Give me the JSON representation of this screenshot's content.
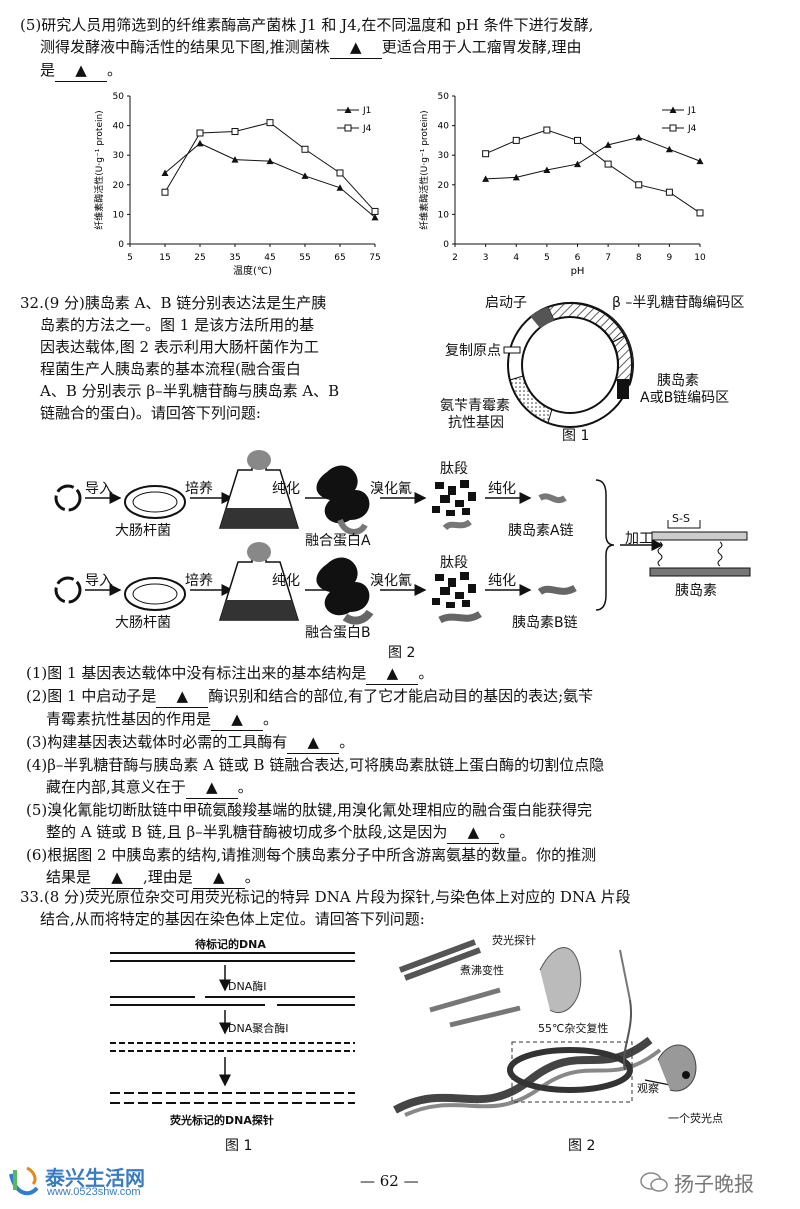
{
  "q31_5": {
    "line1": "(5)研究人员用筛选到的纤维素酶高产菌株 J1 和 J4,在不同温度和 pH 条件下进行发酵,",
    "line2_a": "测得发酵液中酶活性的结果见下图,推测菌株",
    "line2_b": "更适合用于人工瘤胃发酵,理由",
    "line3_a": "是",
    "line3_b": "。",
    "blank": "▲"
  },
  "chart_data": [
    {
      "type": "line",
      "x": [
        15,
        25,
        35,
        45,
        55,
        65,
        75
      ],
      "series": [
        {
          "name": "J1",
          "values": [
            24,
            34,
            28.5,
            28,
            23,
            19,
            9
          ]
        },
        {
          "name": "J4",
          "values": [
            17.5,
            37.5,
            38,
            41,
            32,
            24,
            11
          ]
        }
      ],
      "xlabel": "温度(℃)",
      "ylabel": "纤维素酶活性(U·g⁻¹ protein)",
      "xlim": [
        5,
        75
      ],
      "ylim": [
        0,
        50
      ],
      "xticks": [
        "5",
        "15",
        "25",
        "35",
        "45",
        "55",
        "65",
        "75"
      ],
      "yticks": [
        "0",
        "10",
        "20",
        "30",
        "40",
        "50"
      ],
      "legend": "top-right"
    },
    {
      "type": "line",
      "x": [
        3,
        4,
        5,
        6,
        7,
        8,
        9,
        10
      ],
      "series": [
        {
          "name": "J1",
          "values": [
            22,
            22.5,
            25,
            27,
            33.5,
            36,
            32,
            28
          ]
        },
        {
          "name": "J4",
          "values": [
            30.5,
            35,
            38.5,
            35,
            27,
            20,
            17.5,
            10.5
          ]
        }
      ],
      "xlabel": "pH",
      "ylabel": "纤维素酶活性(U·g⁻¹ protein)",
      "xlim": [
        2,
        10
      ],
      "ylim": [
        0,
        50
      ],
      "xticks": [
        "2",
        "3",
        "4",
        "5",
        "6",
        "7",
        "8",
        "9",
        "10"
      ],
      "yticks": [
        "0",
        "10",
        "20",
        "30",
        "40",
        "50"
      ],
      "legend": "top-right"
    }
  ],
  "q32": {
    "intro": [
      "32.(9 分)胰岛素 A、B 链分别表达法是生产胰",
      "岛素的方法之一。图 1 是该方法所用的基",
      "因表达载体,图 2 表示利用大肠杆菌作为工",
      "程菌生产人胰岛素的基本流程(融合蛋白",
      "A、B 分别表示 β–半乳糖苷酶与胰岛素 A、B",
      "链融合的蛋白)。请回答下列问题:"
    ],
    "fig1": {
      "promoter": "启动子",
      "gal": "β –半乳糖苷酶编码区",
      "ori": "复制原点",
      "amp1": "氨苄青霉素",
      "amp2": "抗性基因",
      "ins1": "胰岛素",
      "ins2": "A或B链编码区",
      "caption": "图 1"
    },
    "fig2": {
      "import": "导入",
      "ecoli": "大肠杆菌",
      "culture": "培养",
      "purify": "纯化",
      "fusionA": "融合蛋白A",
      "fusionB": "融合蛋白B",
      "cnbr": "溴化氰",
      "peptide": "肽段",
      "chainA": "胰岛素A链",
      "chainB": "胰岛素B链",
      "process": "加工",
      "ss": "S-S",
      "insulin": "胰岛素",
      "caption": "图 2"
    },
    "items": [
      "(1)图 1 基因表达载体中没有标注出来的基本结构是",
      "(2)图 1 中启动子是",
      "酶识别和结合的部位,有了它才能启动目的基因的表达;氨苄",
      "青霉素抗性基因的作用是",
      "(3)构建基因表达载体时必需的工具酶有",
      "(4)β–半乳糖苷酶与胰岛素 A 链或 B 链融合表达,可将胰岛素肽链上蛋白酶的切割位点隐",
      "藏在内部,其意义在于",
      "(5)溴化氰能切断肽链中甲硫氨酸羧基端的肽键,用溴化氰处理相应的融合蛋白能获得完",
      "整的 A 链或 B 链,且 β–半乳糖苷酶被切成多个肽段,这是因为",
      "(6)根据图 2 中胰岛素的结构,请推测每个胰岛素分子中所含游离氨基的数量。你的推测",
      "结果是",
      ",理由是"
    ]
  },
  "q33": {
    "intro": [
      "33.(8 分)荧光原位杂交可用荧光标记的特异 DNA 片段为探针,与染色体上对应的 DNA 片段",
      "结合,从而将特定的基因在染色体上定位。请回答下列问题:"
    ],
    "fig1": {
      "top": "待标记的DNA",
      "enz1": "DNA酶I",
      "enz2": "DNA聚合酶I",
      "bottom": "荧光标记的DNA探针",
      "caption": "图 1"
    },
    "fig2": {
      "probe": "荧光探针",
      "denature": "煮沸变性",
      "hybrid": "55℃杂交复性",
      "observe": "观察",
      "spot": "一个荧光点",
      "caption": "图 2"
    }
  },
  "footer": {
    "page": "— 62 —",
    "site_name": "泰兴生活网",
    "site_url": "www.0523shw.com",
    "wechat": "扬子晚报"
  }
}
